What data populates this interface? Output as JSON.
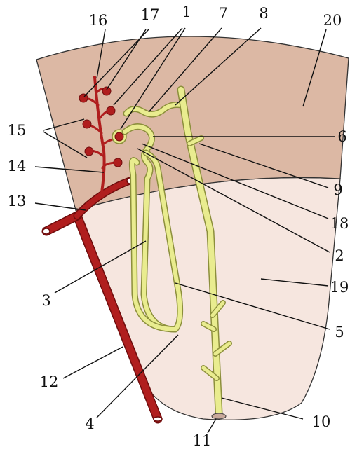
{
  "diagram": {
    "labels": [
      {
        "id": "1",
        "text": "1"
      },
      {
        "id": "2",
        "text": "2"
      },
      {
        "id": "3",
        "text": "3"
      },
      {
        "id": "4",
        "text": "4"
      },
      {
        "id": "5",
        "text": "5"
      },
      {
        "id": "6",
        "text": "6"
      },
      {
        "id": "7",
        "text": "7"
      },
      {
        "id": "8",
        "text": "8"
      },
      {
        "id": "9",
        "text": "9"
      },
      {
        "id": "10",
        "text": "10"
      },
      {
        "id": "11",
        "text": "11"
      },
      {
        "id": "12",
        "text": "12"
      },
      {
        "id": "13",
        "text": "13"
      },
      {
        "id": "14",
        "text": "14"
      },
      {
        "id": "15",
        "text": "15"
      },
      {
        "id": "16",
        "text": "16"
      },
      {
        "id": "17",
        "text": "17"
      },
      {
        "id": "18",
        "text": "18"
      },
      {
        "id": "19",
        "text": "19"
      },
      {
        "id": "20",
        "text": "20"
      }
    ],
    "colors": {
      "cortex": "#dcb8a4",
      "medulla": "#f6e6df",
      "vessel": "#b01e1e",
      "vessel_dark": "#6e0d0d",
      "tubule": "#e9ec8f",
      "tubule_dark": "#8c8f3c"
    }
  }
}
